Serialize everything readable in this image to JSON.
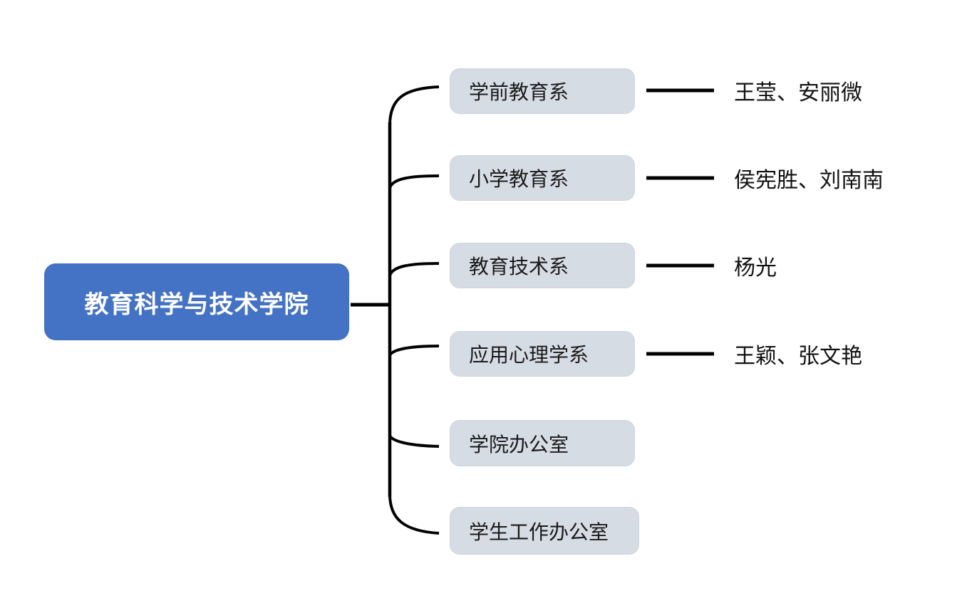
{
  "diagram": {
    "type": "mindmap-org-chart",
    "root": {
      "label": "教育科学与技术学院"
    },
    "branches": [
      {
        "label": "学前教育系",
        "members": "王莹、安丽微"
      },
      {
        "label": "小学教育系",
        "members": "侯宪胜、刘南南"
      },
      {
        "label": "教育技术系",
        "members": "杨光"
      },
      {
        "label": "应用心理学系",
        "members": "王颖、张文艳"
      },
      {
        "label": "学院办公室"
      },
      {
        "label": "学生工作办公室"
      }
    ],
    "colors": {
      "root_fill": "#4472C4",
      "root_text": "#FFFFFF",
      "branch_fill": "#D6DCE4",
      "branch_text": "#1A1A1A",
      "connector_line": "#000000",
      "background": "#FFFFFF"
    }
  }
}
